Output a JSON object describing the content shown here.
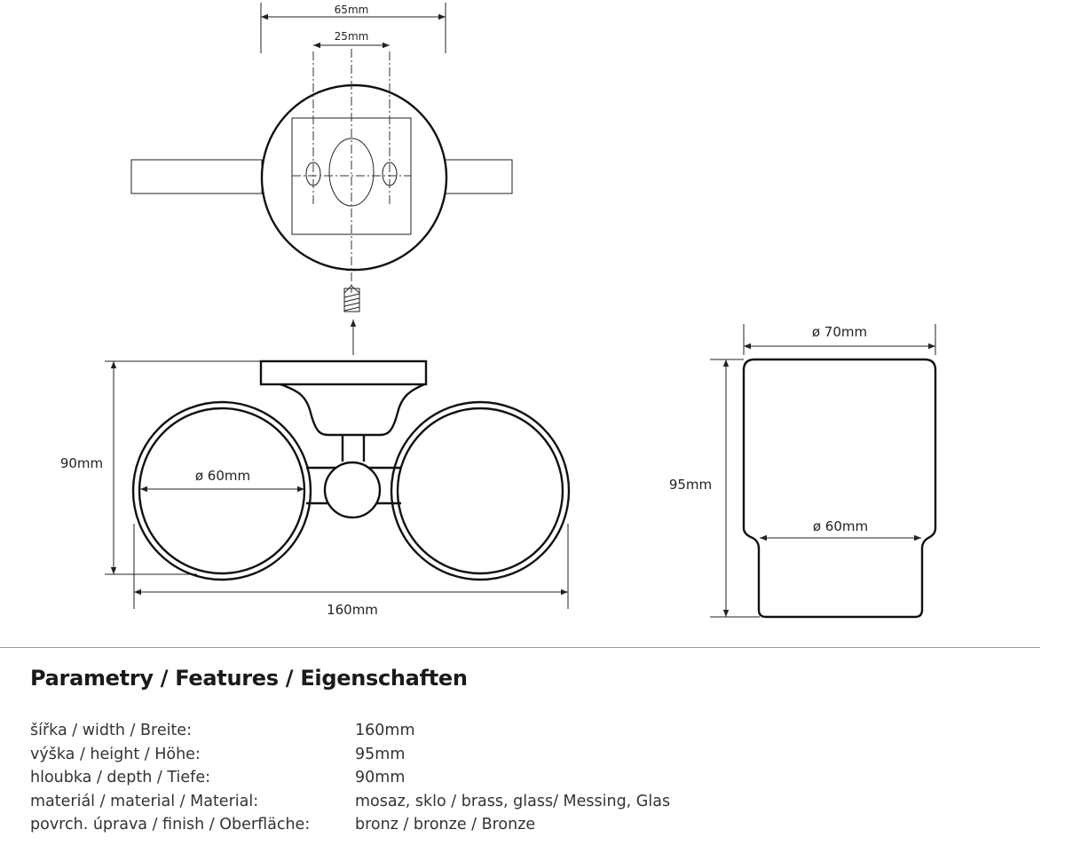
{
  "drawing": {
    "top_view": {
      "outer_width": "65mm",
      "hole_spacing": "25mm"
    },
    "front_view": {
      "height": "90mm",
      "ring_diameter": "ø 60mm",
      "width": "160mm"
    },
    "glass_view": {
      "top_diameter": "ø 70mm",
      "height": "95mm",
      "bottom_diameter": "ø 60mm"
    }
  },
  "features": {
    "heading": "Parametry / Features / Eigenschaften",
    "rows": [
      {
        "label": "šířka / width / Breite:",
        "value": "160mm"
      },
      {
        "label": "výška / height / Höhe:",
        "value": "95mm"
      },
      {
        "label": "hloubka / depth / Tiefe:",
        "value": "90mm"
      },
      {
        "label": "materiál / material / Material:",
        "value": "mosaz, sklo / brass, glass/ Messing, Glas"
      },
      {
        "label": "povrch. úprava / finish / Oberfläche:",
        "value": "bronz / bronze / Bronze"
      }
    ]
  }
}
